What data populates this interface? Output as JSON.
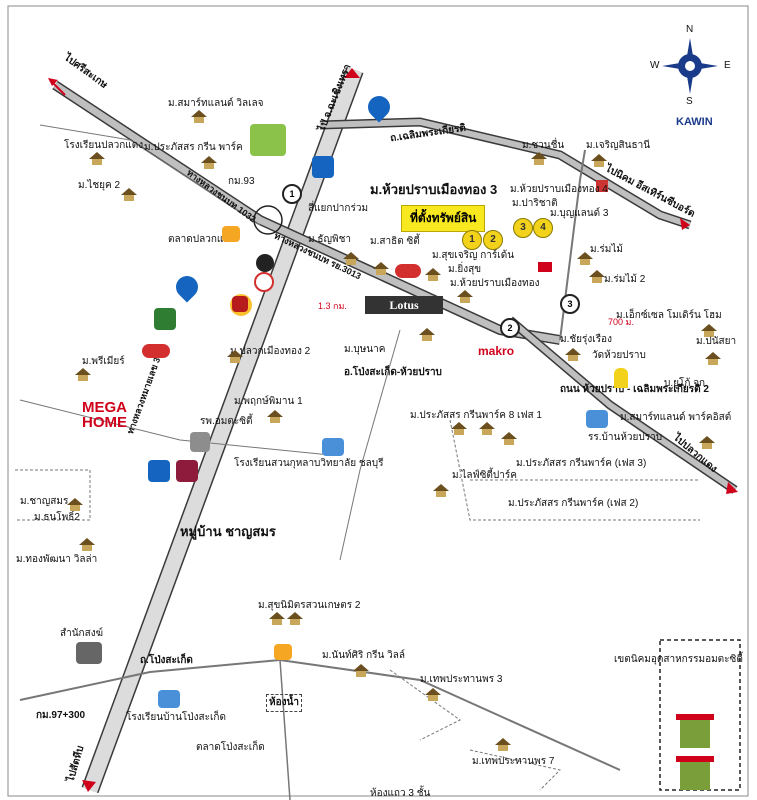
{
  "brand": "KAWIN",
  "compass": {
    "n": "N",
    "s": "S",
    "e": "E",
    "w": "W"
  },
  "site": {
    "label": "ที่ตั้งทรัพย์สิน",
    "markers": [
      "1",
      "2",
      "3",
      "4"
    ]
  },
  "distances": {
    "d1": "1.3 กม.",
    "d2": "700 ม."
  },
  "junction_numbers": [
    "1",
    "2",
    "3"
  ],
  "roads": {
    "hw1032": "ทางหลวงชนบท 1032",
    "hw3013": "ทางหลวงชนบท รย.3013",
    "hw331": "ทางหลวงหมายเลข 331",
    "to_sriracha": "ไป จ.ฉะเชิงเทรา",
    "to_klaeng": "ไปศรีสะเกษ",
    "chaloem": "ถ.เฉลิมพระเกียรติ",
    "to_eastern": "ไปนิคม อีสเทิร์นซีบอร์ด",
    "huaipong_road": "ถนน ห้วยปราบ - เฉลิมพระเกียรติ 2",
    "to_plaeng": "ไปปลวกแดง",
    "bong_road": "อ.โป่งสะเก็ด-ห้วยปราบ",
    "pong_road": "ถ.โป่งสะเก็ด",
    "to_south": "ไปสัตหีบ",
    "km97": "กม.97+300"
  },
  "labels": {
    "smart_village": "ม.สมาร์ทแลนด์ วิลเลจ",
    "school_pluak": "โรงเรียนปลวกแดง",
    "prasat_green": "ม.ประภัสสร กรีน พาร์ค",
    "km93": "กม.93",
    "chaiyuk2": "ม.ไชยุค 2",
    "junction": "สี่แยกปากร่วม",
    "market_pluak": "ตลาดปลวกแดง",
    "huay_muang3": "ม.ห้วยปราบเมืองทอง 3",
    "cha_un": "ม.ชวนชื่น",
    "charoensin": "ม.เจริญสินธานี",
    "huay_muang4": "ม.ห้วยปราบเมืองทอง 4",
    "parichat": "ม.ปาริชาติ",
    "boonlan3": "ม.บุญแลนด์ 3",
    "tanyapha": "ม.ธัญพิชา",
    "sachit": "ม.สาธิต ซิตี้",
    "sukchaoen": "ม.สุขเจริญ การ์เด้น",
    "yingsuk": "ม.ยิ่งสุข",
    "huay_muang": "ม.ห้วยปราบเมืองทอง",
    "rommai": "ม.ร่มไม้",
    "rommai2": "ม.ร่มไม้ 2",
    "pluak_muang2": "ม.ปลวกเมืองทอง 2",
    "bunnam": "ม.บุษนาค",
    "makro": "makro",
    "excel": "ม.เอ็กซ์เซล โมเดิร์น โฮม",
    "chairung": "ม.ชัยรุ่งเรือง",
    "wat_huay": "วัดห้วยปราบ",
    "punsaya": "ม.ปนัสยา",
    "prempree": "ม.พรีเมียร์",
    "phruksa": "ม.พฤกษ์พิมาน 1",
    "hospital": "รพ.อมตะซิตี้",
    "prasat8": "ม.ประภัสสร กรีนพาร์ค 8 เฟส 1",
    "school_huay": "รร.บ้านห้วยปราบ",
    "smart_park": "ม.สมาร์ทแลนด์ พาร์คอิสต์",
    "bsouth": "บ.ยูโก้ จก.",
    "school_suan": "โรงเรียนสวนกุหลาบวิทยาลัย ชลบุรี",
    "prasat3": "ม.ประภัสสร กรีนพาร์ค (เฟส 3)",
    "life_park": "ม.ไลฟ์ซิตี้ปาร์ค",
    "prasat2": "ม.ประภัสสร กรีนพาร์ค (เฟส 2)",
    "chansamorn": "ม.ชาญสมร",
    "thanapho2": "ม.ธนโพธิ์2",
    "mu_ban": "หมู่บ้าน ชาญสมร",
    "thongpat": "ม.ทองพัฒนา วิลล่า",
    "suanpetch2": "ม.สุขนิมิตรสวนเกษตร 2",
    "nakhonsiri": "ม.นันท์ศิริ กรีน วิลล์",
    "lamnak": "สำนักสงฆ์",
    "thepprathan3": "ม.เทพประทานพร 3",
    "school_pong": "โรงเรียนบ้านโป่งสะเก็ด",
    "clinic": "ห้องน้ำ",
    "market_pong": "ตลาดโป่งสะเก็ด",
    "thepprathan": "ม.เทพประทานพร 7",
    "amata": "เขตนิคมอุตสาหกรรมอมตะซิตี้",
    "bottom_text": "ห้องแถว 3 ชั้น",
    "mega": "MEGA",
    "home": "HOME",
    "lotus": "Lotus"
  },
  "colors": {
    "road": "#8a8a8a",
    "road_outline": "#3a3a3a",
    "arrow": "#d0021b",
    "brand": "#1a3a8a",
    "yellow": "#f2d21b"
  }
}
